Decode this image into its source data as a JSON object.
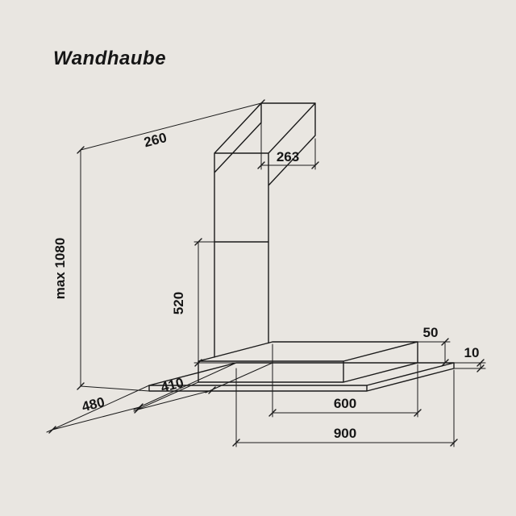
{
  "colors": {
    "background": "#e9e6e1",
    "ink": "#1a1a1a"
  },
  "title": "Wandhaube",
  "diagram": {
    "labels": {
      "total_height": "max 1080",
      "chimney_depth": "260",
      "chimney_width": "263",
      "chimney_lower_section": "520",
      "body_height": "50",
      "glass_thickness": "10",
      "body_depth": "410",
      "glass_depth": "480",
      "body_width": "600",
      "glass_width": "900"
    }
  }
}
